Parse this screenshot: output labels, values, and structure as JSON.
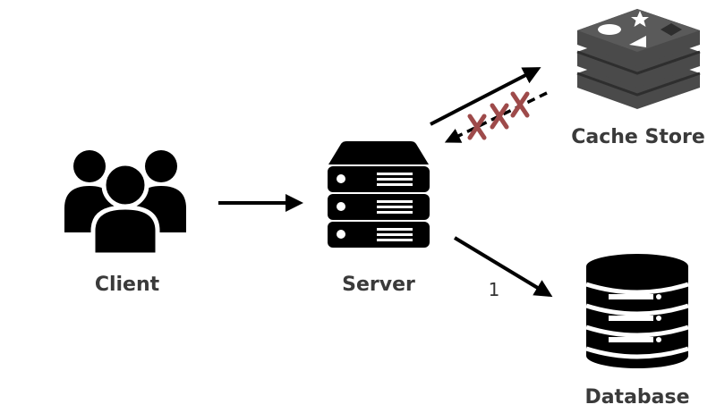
{
  "nodes": {
    "client": {
      "label": "Client"
    },
    "server": {
      "label": "Server"
    },
    "cache": {
      "label": "Cache Store"
    },
    "database": {
      "label": "Database"
    }
  },
  "edges": {
    "server_to_database": {
      "label": "1"
    }
  },
  "colors": {
    "icon": "#000000",
    "cache_icon": "#4a4a4a",
    "cross_mark": "#9e4a4a",
    "label_text": "#3a3a3a"
  }
}
